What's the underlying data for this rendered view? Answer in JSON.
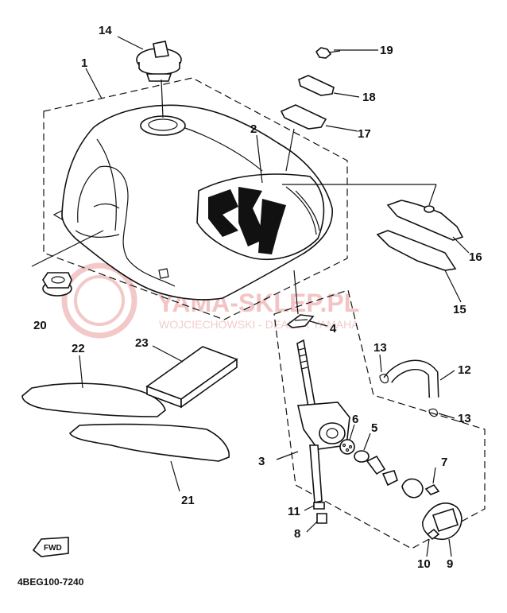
{
  "callouts": {
    "p1": "1",
    "p2": "2",
    "p3": "3",
    "p4": "4",
    "p5": "5",
    "p6": "6",
    "p7": "7",
    "p8": "8",
    "p9": "9",
    "p10": "10",
    "p11": "11",
    "p12": "12",
    "p13a": "13",
    "p13b": "13",
    "p14": "14",
    "p15": "15",
    "p16": "16",
    "p17": "17",
    "p18": "18",
    "p19": "19",
    "p20": "20",
    "p21": "21",
    "p22": "22",
    "p23": "23"
  },
  "diagram_code": "4BEG100-7240",
  "fwd_label": "FWD",
  "watermark": {
    "title": "YAMA-SKLEP.PL",
    "subtitle": "WOJCIECHOWSKI - DEALER YAMAHA"
  }
}
